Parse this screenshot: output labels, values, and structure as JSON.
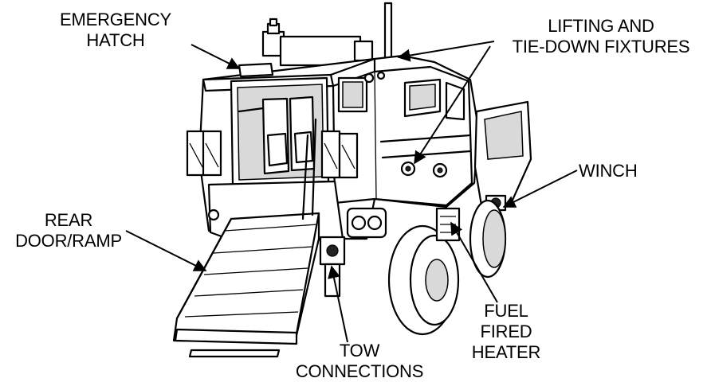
{
  "labels": {
    "emergency_hatch": [
      "EMERGENCY",
      "HATCH"
    ],
    "lifting_fixtures": [
      "LIFTING AND",
      "TIE-DOWN FIXTURES"
    ],
    "winch": [
      "WINCH"
    ],
    "rear_door_ramp": [
      "REAR",
      "DOOR/RAMP"
    ],
    "tow_connections": [
      "TOW",
      "CONNECTIONS"
    ],
    "fuel_fired_heater": [
      "FUEL",
      "FIRED",
      "HEATER"
    ]
  },
  "colors": {
    "line": "#000000",
    "background": "#ffffff",
    "shade": "#d9d9d9"
  }
}
